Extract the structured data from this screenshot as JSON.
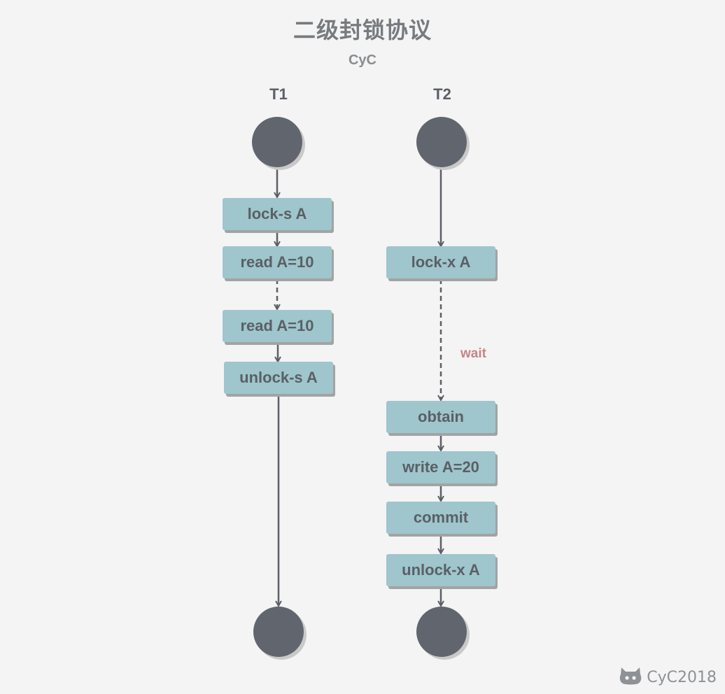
{
  "title": "二级封锁协议",
  "subtitle": "CyC",
  "columns": {
    "t1": {
      "label": "T1",
      "steps": [
        "lock-s A",
        "read A=10",
        "read A=10",
        "unlock-s A"
      ]
    },
    "t2": {
      "label": "T2",
      "steps": [
        "lock-x A",
        "obtain",
        "write A=20",
        "commit",
        "unlock-x A"
      ]
    }
  },
  "wait_label": "wait",
  "watermark": "CyC2018",
  "colors": {
    "background": "#f4f4f4",
    "node": "#61656d",
    "step_box": "#9ec6cc",
    "text": "#5b5f66",
    "wait": "#c78486"
  },
  "icons": {
    "watermark_icon": "github-cat-icon"
  }
}
